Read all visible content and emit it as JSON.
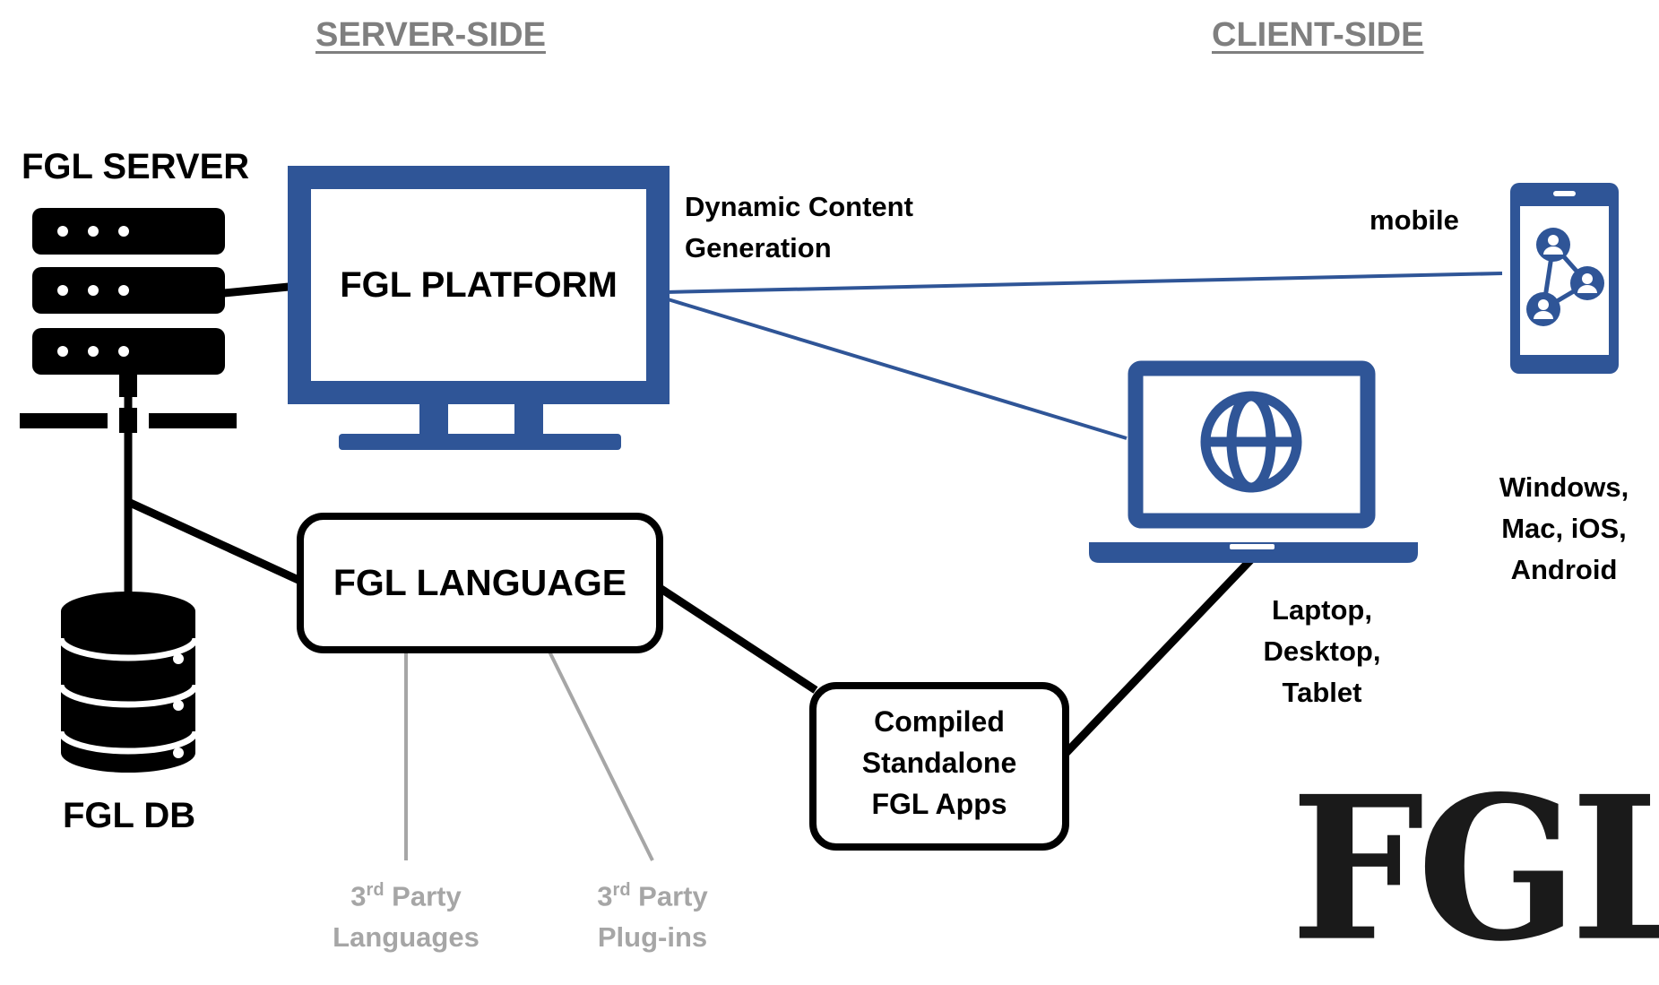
{
  "headings": {
    "server_side": "SERVER-SIDE",
    "client_side": "CLIENT-SIDE"
  },
  "nodes": {
    "server_label": "FGL SERVER",
    "db_label": "FGL DB",
    "platform_label": "FGL PLATFORM",
    "language_label": "FGL LANGUAGE",
    "compiled_line1": "Compiled",
    "compiled_line2": "Standalone",
    "compiled_line3": "FGL Apps"
  },
  "annotations": {
    "dynamic_line1": "Dynamic Content",
    "dynamic_line2": "Generation",
    "mobile": "mobile",
    "os_line1": "Windows,",
    "os_line2": "Mac, iOS,",
    "os_line3": "Android",
    "laptop_line1": "Laptop,",
    "laptop_line2": "Desktop,",
    "laptop_line3": "Tablet",
    "third_party_languages": {
      "num": "3",
      "sup": "rd",
      "word": "Party",
      "line2": "Languages"
    },
    "third_party_plugins": {
      "num": "3",
      "sup": "rd",
      "word": "Party",
      "line2": "Plug-ins"
    }
  },
  "logo": "FGL",
  "colors": {
    "blue": "#2f5597",
    "black": "#000000",
    "gray_text": "#7f7f7f",
    "light_gray": "#a6a6a6"
  },
  "icons": [
    "server-rack-icon",
    "database-icon",
    "monitor-icon",
    "laptop-icon",
    "globe-icon",
    "mobile-phone-icon",
    "user-network-icon"
  ]
}
